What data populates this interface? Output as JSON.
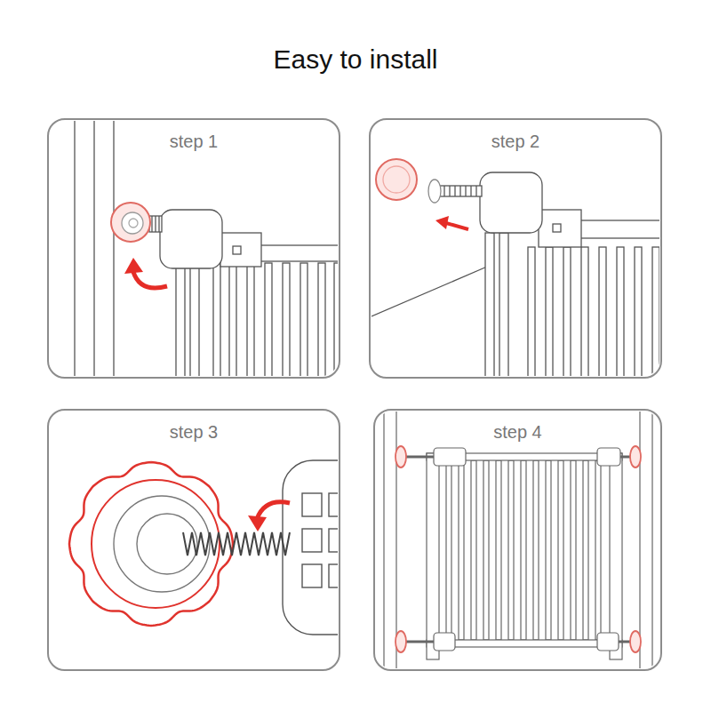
{
  "diagram": {
    "title": "Easy to install",
    "nodes": [
      {
        "text": [
          "step 1"
        ]
      },
      {
        "text": [
          "step 2"
        ]
      },
      {
        "text": [
          "step 3"
        ]
      },
      {
        "text": [
          "step 4"
        ]
      }
    ]
  }
}
